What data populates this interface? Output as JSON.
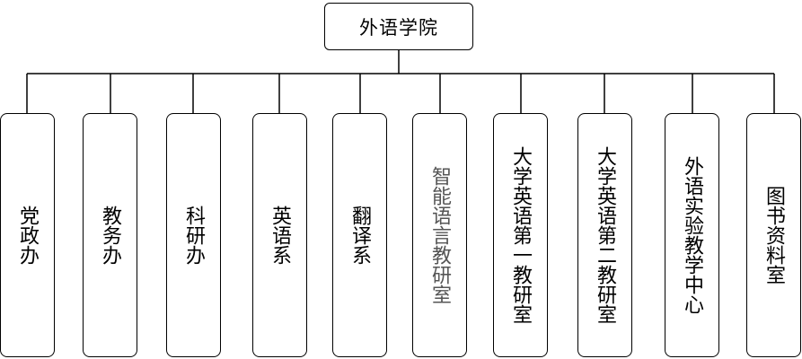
{
  "root": {
    "label": "外语学院"
  },
  "departments": [
    {
      "label": "党政办"
    },
    {
      "label": "教务办"
    },
    {
      "label": "科研办"
    },
    {
      "label": "英语系"
    },
    {
      "label": "翻译系"
    },
    {
      "label": "智能语言教研室",
      "color": "#555555"
    },
    {
      "label": "大学英语第一教研室"
    },
    {
      "label": "大学英语第二教研室"
    },
    {
      "label": "外语实验教学中心"
    },
    {
      "label": "图书资料室"
    }
  ]
}
